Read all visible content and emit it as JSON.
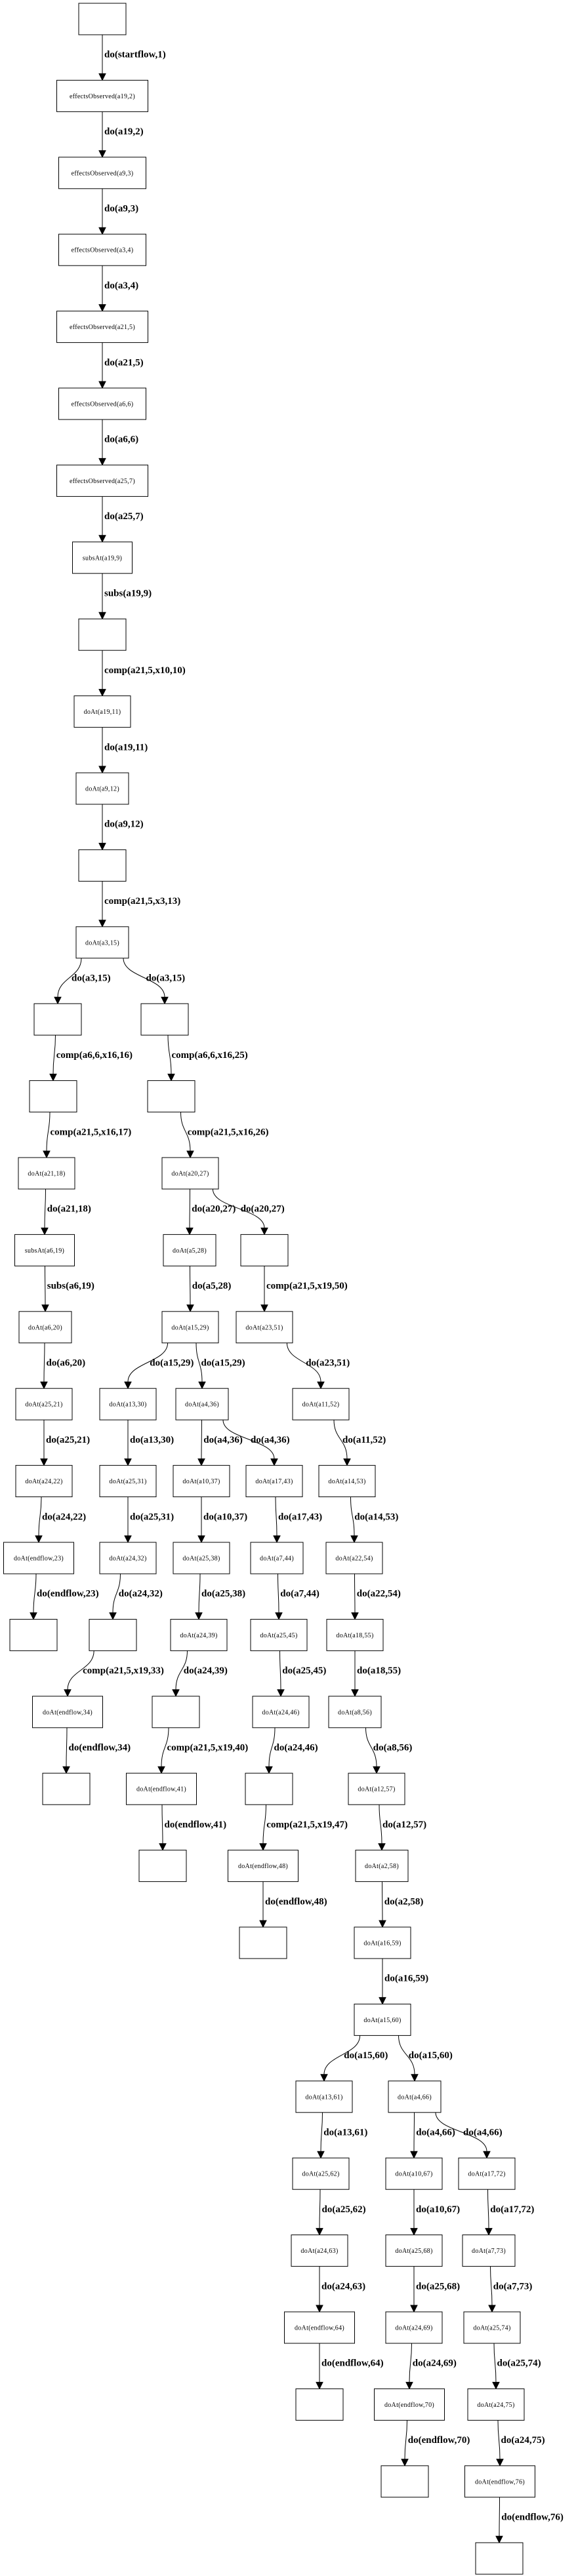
{
  "diagram": {
    "nodes": [
      {
        "id": 0,
        "label": ""
      },
      {
        "id": 1,
        "label": "effectsObserved(a19,2)"
      },
      {
        "id": 2,
        "label": "effectsObserved(a9,3)"
      },
      {
        "id": 3,
        "label": "effectsObserved(a3,4)"
      },
      {
        "id": 4,
        "label": "effectsObserved(a21,5)"
      },
      {
        "id": 5,
        "label": "effectsObserved(a6,6)"
      },
      {
        "id": 6,
        "label": "effectsObserved(a25,7)"
      },
      {
        "id": 7,
        "label": "subsAt(a19,9)"
      },
      {
        "id": 8,
        "label": ""
      },
      {
        "id": 9,
        "label": "doAt(a19,11)"
      },
      {
        "id": 10,
        "label": "doAt(a9,12)"
      },
      {
        "id": 11,
        "label": ""
      },
      {
        "id": 12,
        "label": "doAt(a3,15)"
      },
      {
        "id": 13,
        "label": ""
      },
      {
        "id": 14,
        "label": ""
      },
      {
        "id": 15,
        "label": ""
      },
      {
        "id": 16,
        "label": ""
      },
      {
        "id": 17,
        "label": "doAt(a21,18)"
      },
      {
        "id": 18,
        "label": "doAt(a20,27)"
      },
      {
        "id": 19,
        "label": "subsAt(a6,19)"
      },
      {
        "id": 20,
        "label": "doAt(a5,28)"
      },
      {
        "id": 21,
        "label": ""
      },
      {
        "id": 22,
        "label": "doAt(a6,20)"
      },
      {
        "id": 23,
        "label": "doAt(a15,29)"
      },
      {
        "id": 24,
        "label": "doAt(a23,51)"
      },
      {
        "id": 25,
        "label": "doAt(a25,21)"
      },
      {
        "id": 26,
        "label": "doAt(a13,30)"
      },
      {
        "id": 27,
        "label": "doAt(a4,36)"
      },
      {
        "id": 28,
        "label": "doAt(a11,52)"
      },
      {
        "id": 29,
        "label": "doAt(a24,22)"
      },
      {
        "id": 30,
        "label": "doAt(a25,31)"
      },
      {
        "id": 31,
        "label": "doAt(a10,37)"
      },
      {
        "id": 32,
        "label": "doAt(a17,43)"
      },
      {
        "id": 33,
        "label": "doAt(a14,53)"
      },
      {
        "id": 34,
        "label": "doAt(endflow,23)"
      },
      {
        "id": 35,
        "label": "doAt(a24,32)"
      },
      {
        "id": 36,
        "label": "doAt(a25,38)"
      },
      {
        "id": 37,
        "label": "doAt(a7,44)"
      },
      {
        "id": 38,
        "label": "doAt(a22,54)"
      },
      {
        "id": 39,
        "label": ""
      },
      {
        "id": 40,
        "label": ""
      },
      {
        "id": 41,
        "label": "doAt(a24,39)"
      },
      {
        "id": 42,
        "label": "doAt(a25,45)"
      },
      {
        "id": 43,
        "label": "doAt(a18,55)"
      },
      {
        "id": 44,
        "label": "doAt(endflow,34)"
      },
      {
        "id": 45,
        "label": ""
      },
      {
        "id": 46,
        "label": "doAt(a24,46)"
      },
      {
        "id": 47,
        "label": "doAt(a8,56)"
      },
      {
        "id": 48,
        "label": ""
      },
      {
        "id": 49,
        "label": "doAt(endflow,41)"
      },
      {
        "id": 50,
        "label": ""
      },
      {
        "id": 51,
        "label": "doAt(a12,57)"
      },
      {
        "id": 52,
        "label": ""
      },
      {
        "id": 53,
        "label": "doAt(endflow,48)"
      },
      {
        "id": 54,
        "label": "doAt(a2,58)"
      },
      {
        "id": 55,
        "label": ""
      },
      {
        "id": 56,
        "label": "doAt(a16,59)"
      },
      {
        "id": 57,
        "label": "doAt(a15,60)"
      },
      {
        "id": 58,
        "label": "doAt(a13,61)"
      },
      {
        "id": 59,
        "label": "doAt(a4,66)"
      },
      {
        "id": 60,
        "label": "doAt(a25,62)"
      },
      {
        "id": 61,
        "label": "doAt(a10,67)"
      },
      {
        "id": 62,
        "label": "doAt(a17,72)"
      },
      {
        "id": 63,
        "label": "doAt(a24,63)"
      },
      {
        "id": 64,
        "label": "doAt(a25,68)"
      },
      {
        "id": 65,
        "label": "doAt(a7,73)"
      },
      {
        "id": 66,
        "label": "doAt(endflow,64)"
      },
      {
        "id": 67,
        "label": "doAt(a24,69)"
      },
      {
        "id": 68,
        "label": "doAt(a25,74)"
      },
      {
        "id": 69,
        "label": ""
      },
      {
        "id": 70,
        "label": "doAt(endflow,70)"
      },
      {
        "id": 71,
        "label": "doAt(a24,75)"
      },
      {
        "id": 72,
        "label": ""
      },
      {
        "id": 73,
        "label": "doAt(endflow,76)"
      },
      {
        "id": 74,
        "label": ""
      }
    ],
    "edges": [
      {
        "from": 0,
        "to": 1,
        "label": "do(startflow,1)"
      },
      {
        "from": 1,
        "to": 2,
        "label": "do(a19,2)"
      },
      {
        "from": 2,
        "to": 3,
        "label": "do(a9,3)"
      },
      {
        "from": 3,
        "to": 4,
        "label": "do(a3,4)"
      },
      {
        "from": 4,
        "to": 5,
        "label": "do(a21,5)"
      },
      {
        "from": 5,
        "to": 6,
        "label": "do(a6,6)"
      },
      {
        "from": 6,
        "to": 7,
        "label": "do(a25,7)"
      },
      {
        "from": 7,
        "to": 8,
        "label": "subs(a19,9)"
      },
      {
        "from": 8,
        "to": 9,
        "label": "comp(a21,5,x10,10)"
      },
      {
        "from": 9,
        "to": 10,
        "label": "do(a19,11)"
      },
      {
        "from": 10,
        "to": 11,
        "label": "do(a9,12)"
      },
      {
        "from": 11,
        "to": 12,
        "label": "comp(a21,5,x3,13)"
      },
      {
        "from": 12,
        "to": 13,
        "label": "do(a3,15)"
      },
      {
        "from": 12,
        "to": 14,
        "label": "do(a3,15)"
      },
      {
        "from": 13,
        "to": 15,
        "label": "comp(a6,6,x16,16)"
      },
      {
        "from": 14,
        "to": 16,
        "label": "comp(a6,6,x16,25)"
      },
      {
        "from": 15,
        "to": 17,
        "label": "comp(a21,5,x16,17)"
      },
      {
        "from": 16,
        "to": 18,
        "label": "comp(a21,5,x16,26)"
      },
      {
        "from": 17,
        "to": 19,
        "label": "do(a21,18)"
      },
      {
        "from": 18,
        "to": 20,
        "label": "do(a20,27)"
      },
      {
        "from": 18,
        "to": 21,
        "label": "do(a20,27)"
      },
      {
        "from": 19,
        "to": 22,
        "label": "subs(a6,19)"
      },
      {
        "from": 20,
        "to": 23,
        "label": "do(a5,28)"
      },
      {
        "from": 21,
        "to": 24,
        "label": "comp(a21,5,x19,50)"
      },
      {
        "from": 22,
        "to": 25,
        "label": "do(a6,20)"
      },
      {
        "from": 23,
        "to": 26,
        "label": "do(a15,29)"
      },
      {
        "from": 23,
        "to": 27,
        "label": "do(a15,29)"
      },
      {
        "from": 24,
        "to": 28,
        "label": "do(a23,51)"
      },
      {
        "from": 25,
        "to": 29,
        "label": "do(a25,21)"
      },
      {
        "from": 26,
        "to": 30,
        "label": "do(a13,30)"
      },
      {
        "from": 27,
        "to": 31,
        "label": "do(a4,36)"
      },
      {
        "from": 27,
        "to": 32,
        "label": "do(a4,36)"
      },
      {
        "from": 28,
        "to": 33,
        "label": "do(a11,52)"
      },
      {
        "from": 29,
        "to": 34,
        "label": "do(a24,22)"
      },
      {
        "from": 30,
        "to": 35,
        "label": "do(a25,31)"
      },
      {
        "from": 31,
        "to": 36,
        "label": "do(a10,37)"
      },
      {
        "from": 32,
        "to": 37,
        "label": "do(a17,43)"
      },
      {
        "from": 33,
        "to": 38,
        "label": "do(a14,53)"
      },
      {
        "from": 34,
        "to": 39,
        "label": "do(endflow,23)"
      },
      {
        "from": 35,
        "to": 40,
        "label": "do(a24,32)"
      },
      {
        "from": 36,
        "to": 41,
        "label": "do(a25,38)"
      },
      {
        "from": 37,
        "to": 42,
        "label": "do(a7,44)"
      },
      {
        "from": 38,
        "to": 43,
        "label": "do(a22,54)"
      },
      {
        "from": 40,
        "to": 44,
        "label": "comp(a21,5,x19,33)"
      },
      {
        "from": 41,
        "to": 45,
        "label": "do(a24,39)"
      },
      {
        "from": 42,
        "to": 46,
        "label": "do(a25,45)"
      },
      {
        "from": 43,
        "to": 47,
        "label": "do(a18,55)"
      },
      {
        "from": 44,
        "to": 48,
        "label": "do(endflow,34)"
      },
      {
        "from": 45,
        "to": 49,
        "label": "comp(a21,5,x19,40)"
      },
      {
        "from": 46,
        "to": 50,
        "label": "do(a24,46)"
      },
      {
        "from": 47,
        "to": 51,
        "label": "do(a8,56)"
      },
      {
        "from": 49,
        "to": 52,
        "label": "do(endflow,41)"
      },
      {
        "from": 50,
        "to": 53,
        "label": "comp(a21,5,x19,47)"
      },
      {
        "from": 51,
        "to": 54,
        "label": "do(a12,57)"
      },
      {
        "from": 53,
        "to": 55,
        "label": "do(endflow,48)"
      },
      {
        "from": 54,
        "to": 56,
        "label": "do(a2,58)"
      },
      {
        "from": 56,
        "to": 57,
        "label": "do(a16,59)"
      },
      {
        "from": 57,
        "to": 58,
        "label": "do(a15,60)"
      },
      {
        "from": 57,
        "to": 59,
        "label": "do(a15,60)"
      },
      {
        "from": 58,
        "to": 60,
        "label": "do(a13,61)"
      },
      {
        "from": 59,
        "to": 61,
        "label": "do(a4,66)"
      },
      {
        "from": 59,
        "to": 62,
        "label": "do(a4,66)"
      },
      {
        "from": 60,
        "to": 63,
        "label": "do(a25,62)"
      },
      {
        "from": 61,
        "to": 64,
        "label": "do(a10,67)"
      },
      {
        "from": 62,
        "to": 65,
        "label": "do(a17,72)"
      },
      {
        "from": 63,
        "to": 66,
        "label": "do(a24,63)"
      },
      {
        "from": 64,
        "to": 67,
        "label": "do(a25,68)"
      },
      {
        "from": 65,
        "to": 68,
        "label": "do(a7,73)"
      },
      {
        "from": 66,
        "to": 69,
        "label": "do(endflow,64)"
      },
      {
        "from": 67,
        "to": 70,
        "label": "do(a24,69)"
      },
      {
        "from": 68,
        "to": 71,
        "label": "do(a25,74)"
      },
      {
        "from": 70,
        "to": 72,
        "label": "do(endflow,70)"
      },
      {
        "from": 71,
        "to": 73,
        "label": "do(a24,75)"
      },
      {
        "from": 73,
        "to": 74,
        "label": "do(endflow,76)"
      }
    ]
  }
}
